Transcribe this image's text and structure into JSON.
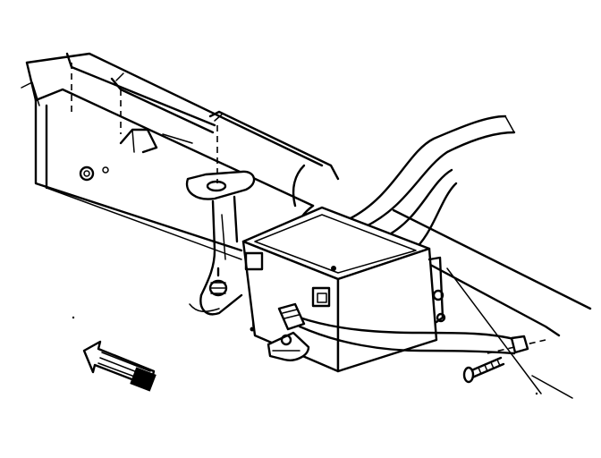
{
  "diagram": {
    "type": "technical-line-drawing",
    "parts": [
      "frame-rail",
      "crossmember",
      "mounting-bracket",
      "control-module",
      "wiring-harness",
      "electrical-connector",
      "bolt",
      "nut",
      "view-arrow"
    ],
    "colors": {
      "line": "#000000",
      "background": "#ffffff"
    }
  }
}
